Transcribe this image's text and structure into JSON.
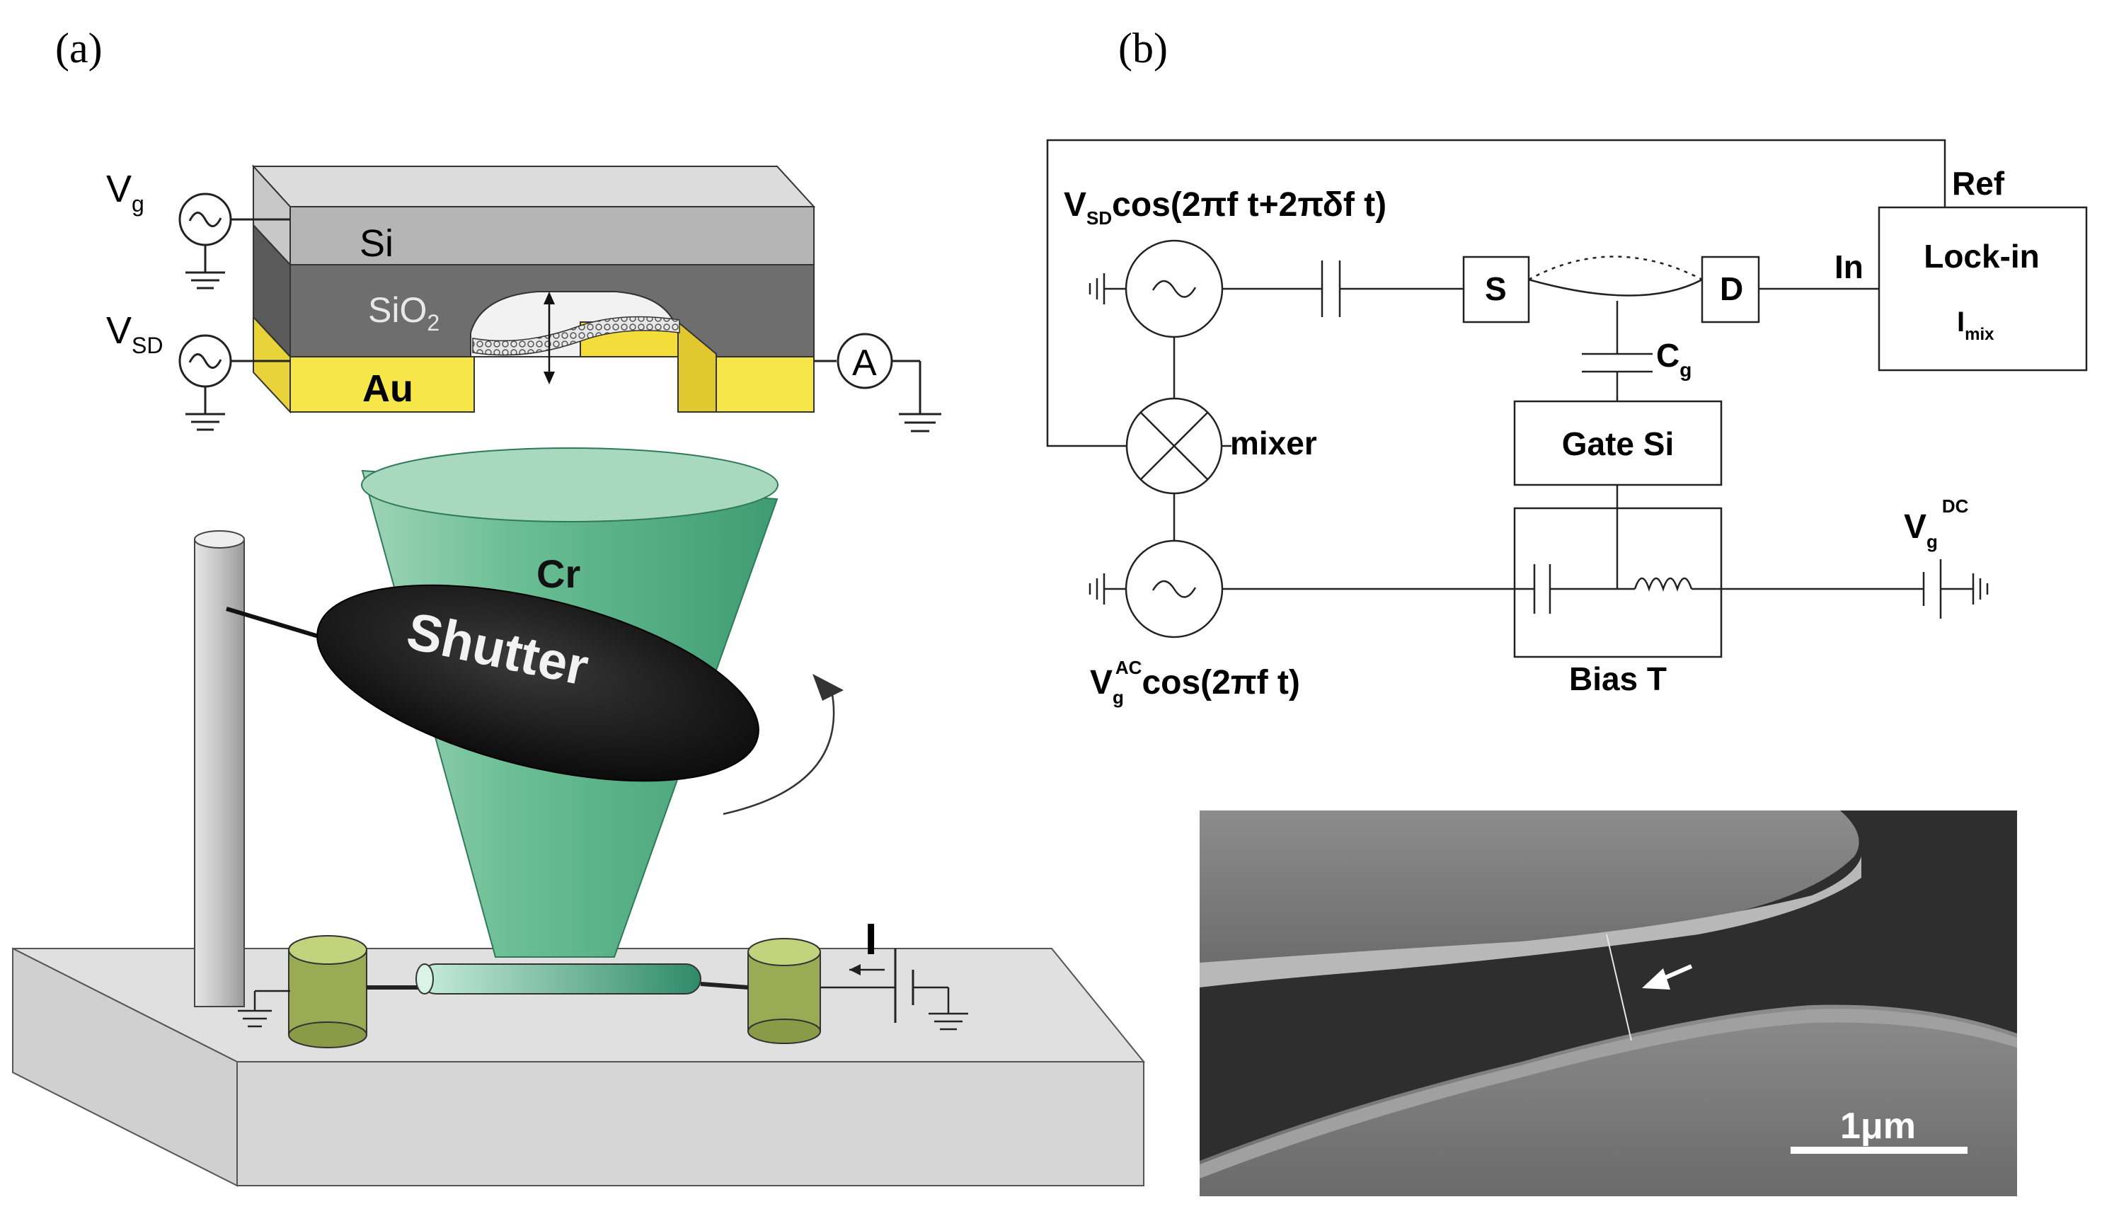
{
  "panel_a": {
    "label": "(a)",
    "device": {
      "vg": {
        "main": "V",
        "sub": "g"
      },
      "vsd": {
        "main": "V",
        "sub": "SD"
      },
      "si": "Si",
      "sio2": {
        "main": "SiO",
        "sub": "2"
      },
      "au": "Au",
      "ammeter": "A"
    },
    "chamber": {
      "cr": "Cr",
      "shutter": "Shutter",
      "current": "I"
    },
    "colors": {
      "si_top": "#d8d8d8",
      "si_front": "#b5b5b5",
      "sio2": "#6e6e6e",
      "au": "#f7e64a",
      "cone": "#58b088",
      "base": "#d9d9d9",
      "electrode": "#9aab55"
    }
  },
  "panel_b": {
    "label": "(b)",
    "circuit": {
      "vsd_src": {
        "main": "V",
        "sub": "SD",
        "rest": "cos(2πf t+2πδf t)"
      },
      "vg_ac_src": {
        "main": "V",
        "sub": "g",
        "sup": "AC",
        "rest": "cos(2πf t)"
      },
      "source": "S",
      "drain": "D",
      "cg": {
        "main": "C",
        "sub": "g"
      },
      "mixer": "mixer",
      "gate": "Gate Si",
      "bias_t": "Bias T",
      "vg_dc": {
        "main": "V",
        "sub": "g",
        "sup": "DC"
      },
      "ref": "Ref",
      "in": "In",
      "lockin": "Lock-in",
      "imix": {
        "main": "I",
        "sub": "mix"
      }
    },
    "sem": {
      "scale_bar": "1μm"
    }
  }
}
